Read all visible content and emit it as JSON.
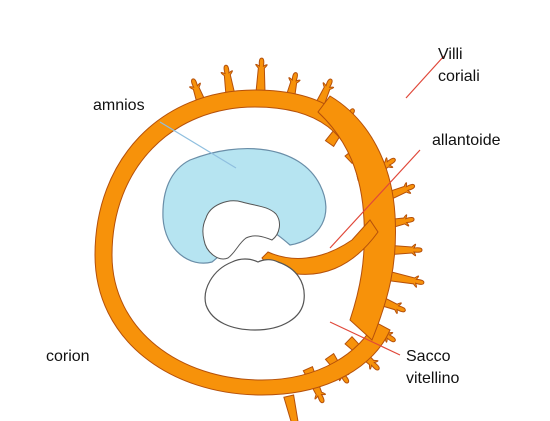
{
  "colors": {
    "chorion": "#f7920a",
    "chorion_outline": "#b5500a",
    "amnion_fill": "#b6e4f1",
    "amnion_outline": "#6a8ea8",
    "leader_blue": "#8fbfdf",
    "leader_red": "#e0483a",
    "background": "#ffffff"
  },
  "labels": {
    "villi": {
      "line1": "Villi",
      "line2": "coriali"
    },
    "amnios": "amnios",
    "allantoide": "allantoide",
    "corion": "corion",
    "sacco": {
      "line1": "Sacco",
      "line2": "vitellino"
    }
  }
}
